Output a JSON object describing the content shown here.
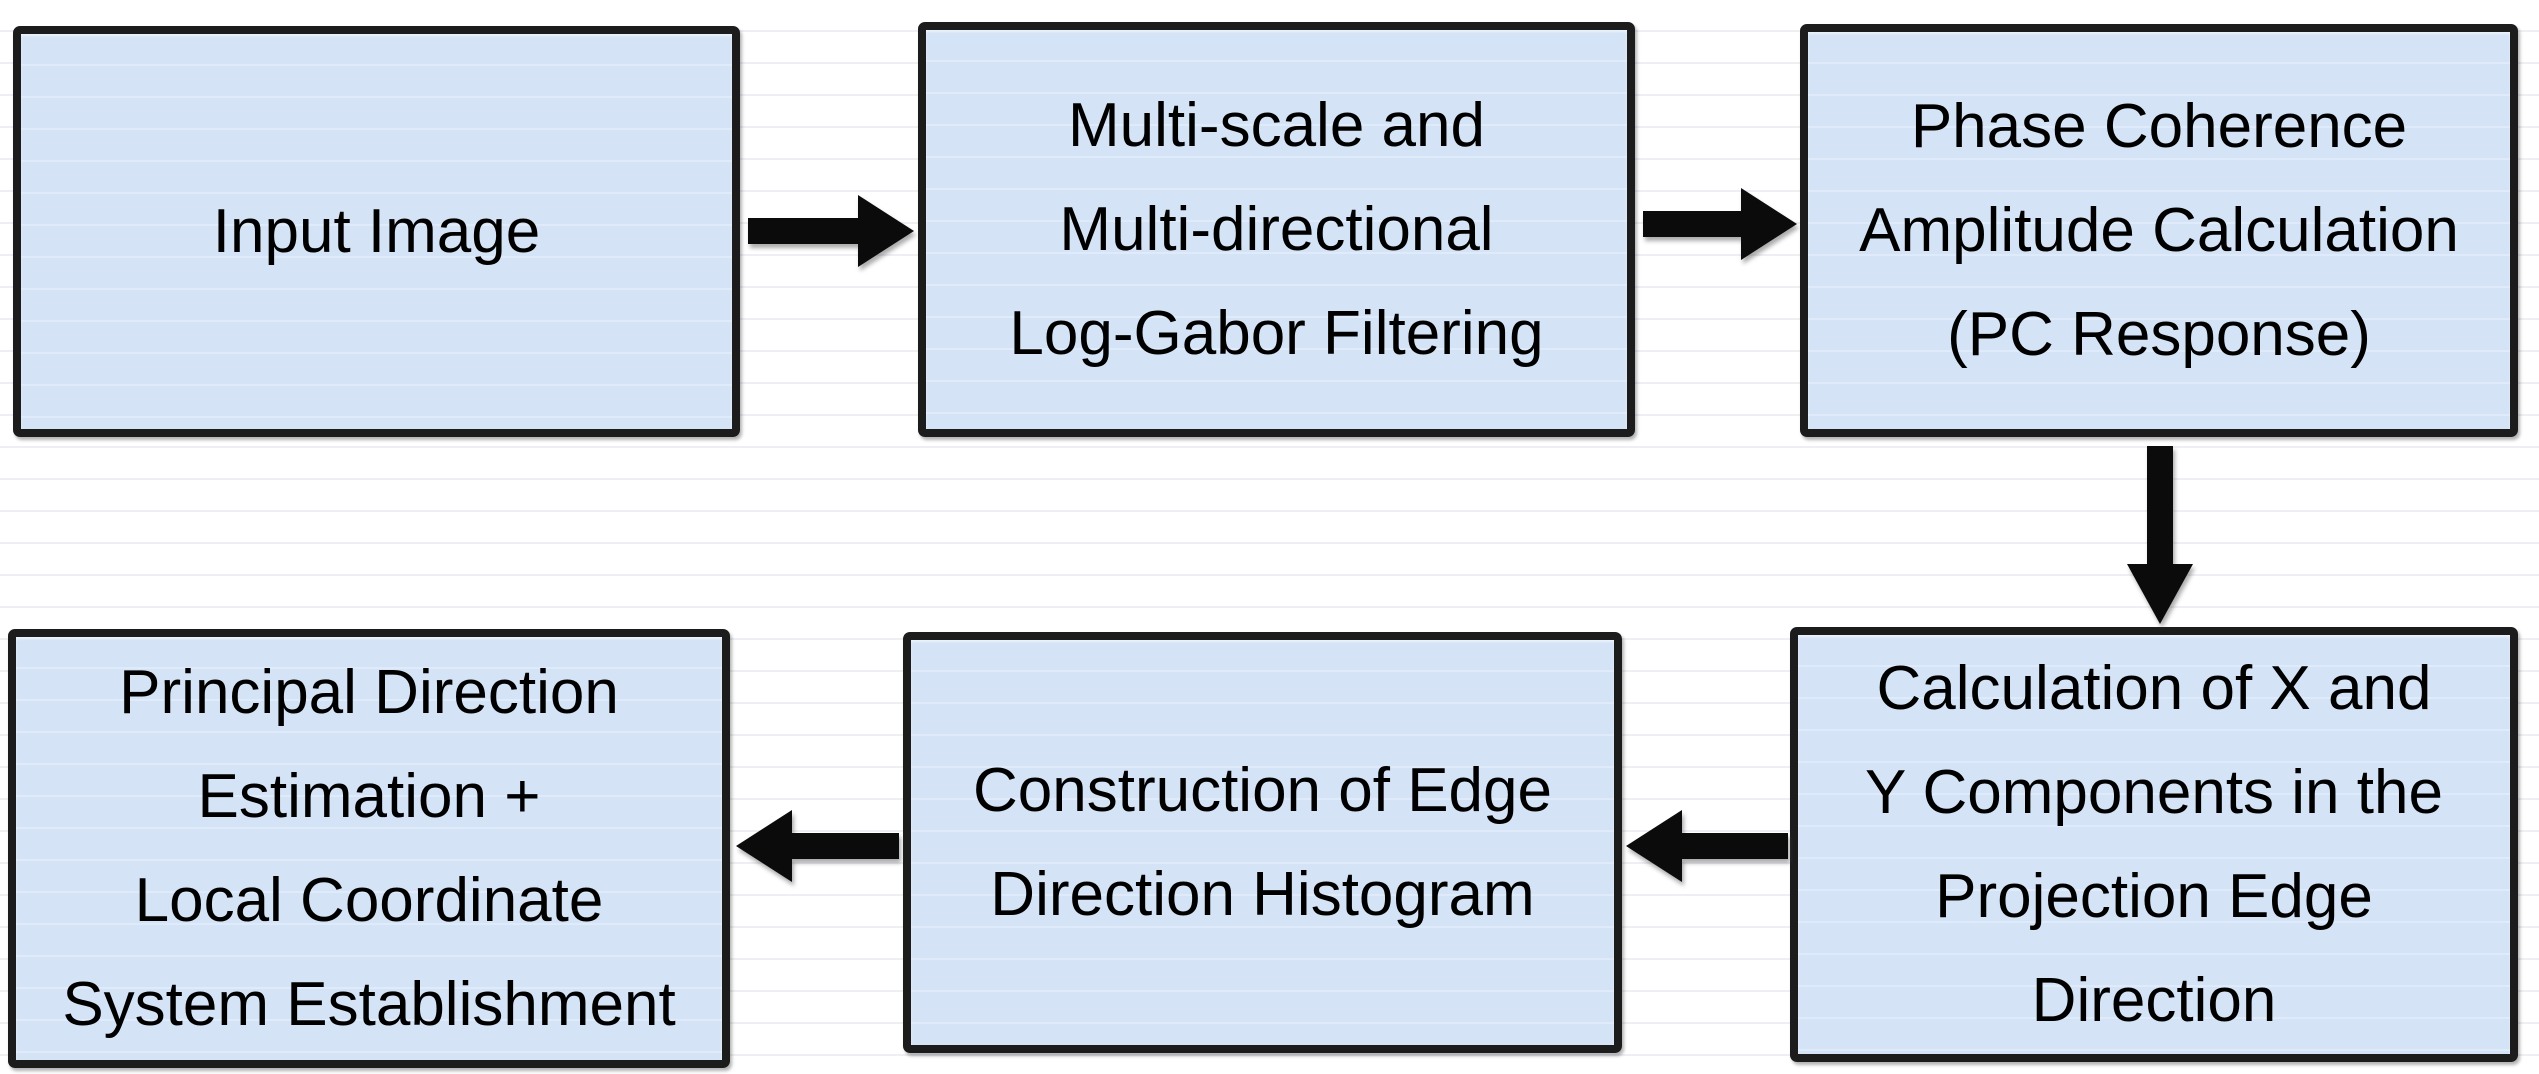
{
  "diagram": {
    "type": "flowchart",
    "colors": {
      "background": "#ffffff",
      "ruled_line": "#edeff3",
      "node_fill": "#d4e4f6",
      "node_fill_stripe": "#dfebfa",
      "node_border": "#1c1c1c",
      "text": "#000000",
      "arrow": "#0b0b0b"
    },
    "nodes": [
      {
        "id": "input-image",
        "text": "Input Image"
      },
      {
        "id": "log-gabor-filtering",
        "text": "Multi-scale and\nMulti-directional\nLog-Gabor Filtering"
      },
      {
        "id": "pc-response",
        "text": "Phase Coherence\nAmplitude Calculation\n(PC Response)"
      },
      {
        "id": "xy-components",
        "text": "Calculation of X and\nY Components in the\nProjection Edge\nDirection"
      },
      {
        "id": "edge-direction-histogram",
        "text": "Construction of Edge\nDirection Histogram"
      },
      {
        "id": "principal-direction",
        "text": "Principal Direction\nEstimation +\nLocal Coordinate\nSystem Establishment"
      }
    ],
    "edges": [
      {
        "from": "input-image",
        "to": "log-gabor-filtering",
        "direction": "right"
      },
      {
        "from": "log-gabor-filtering",
        "to": "pc-response",
        "direction": "right"
      },
      {
        "from": "pc-response",
        "to": "xy-components",
        "direction": "down"
      },
      {
        "from": "xy-components",
        "to": "edge-direction-histogram",
        "direction": "left"
      },
      {
        "from": "edge-direction-histogram",
        "to": "principal-direction",
        "direction": "left"
      }
    ]
  }
}
